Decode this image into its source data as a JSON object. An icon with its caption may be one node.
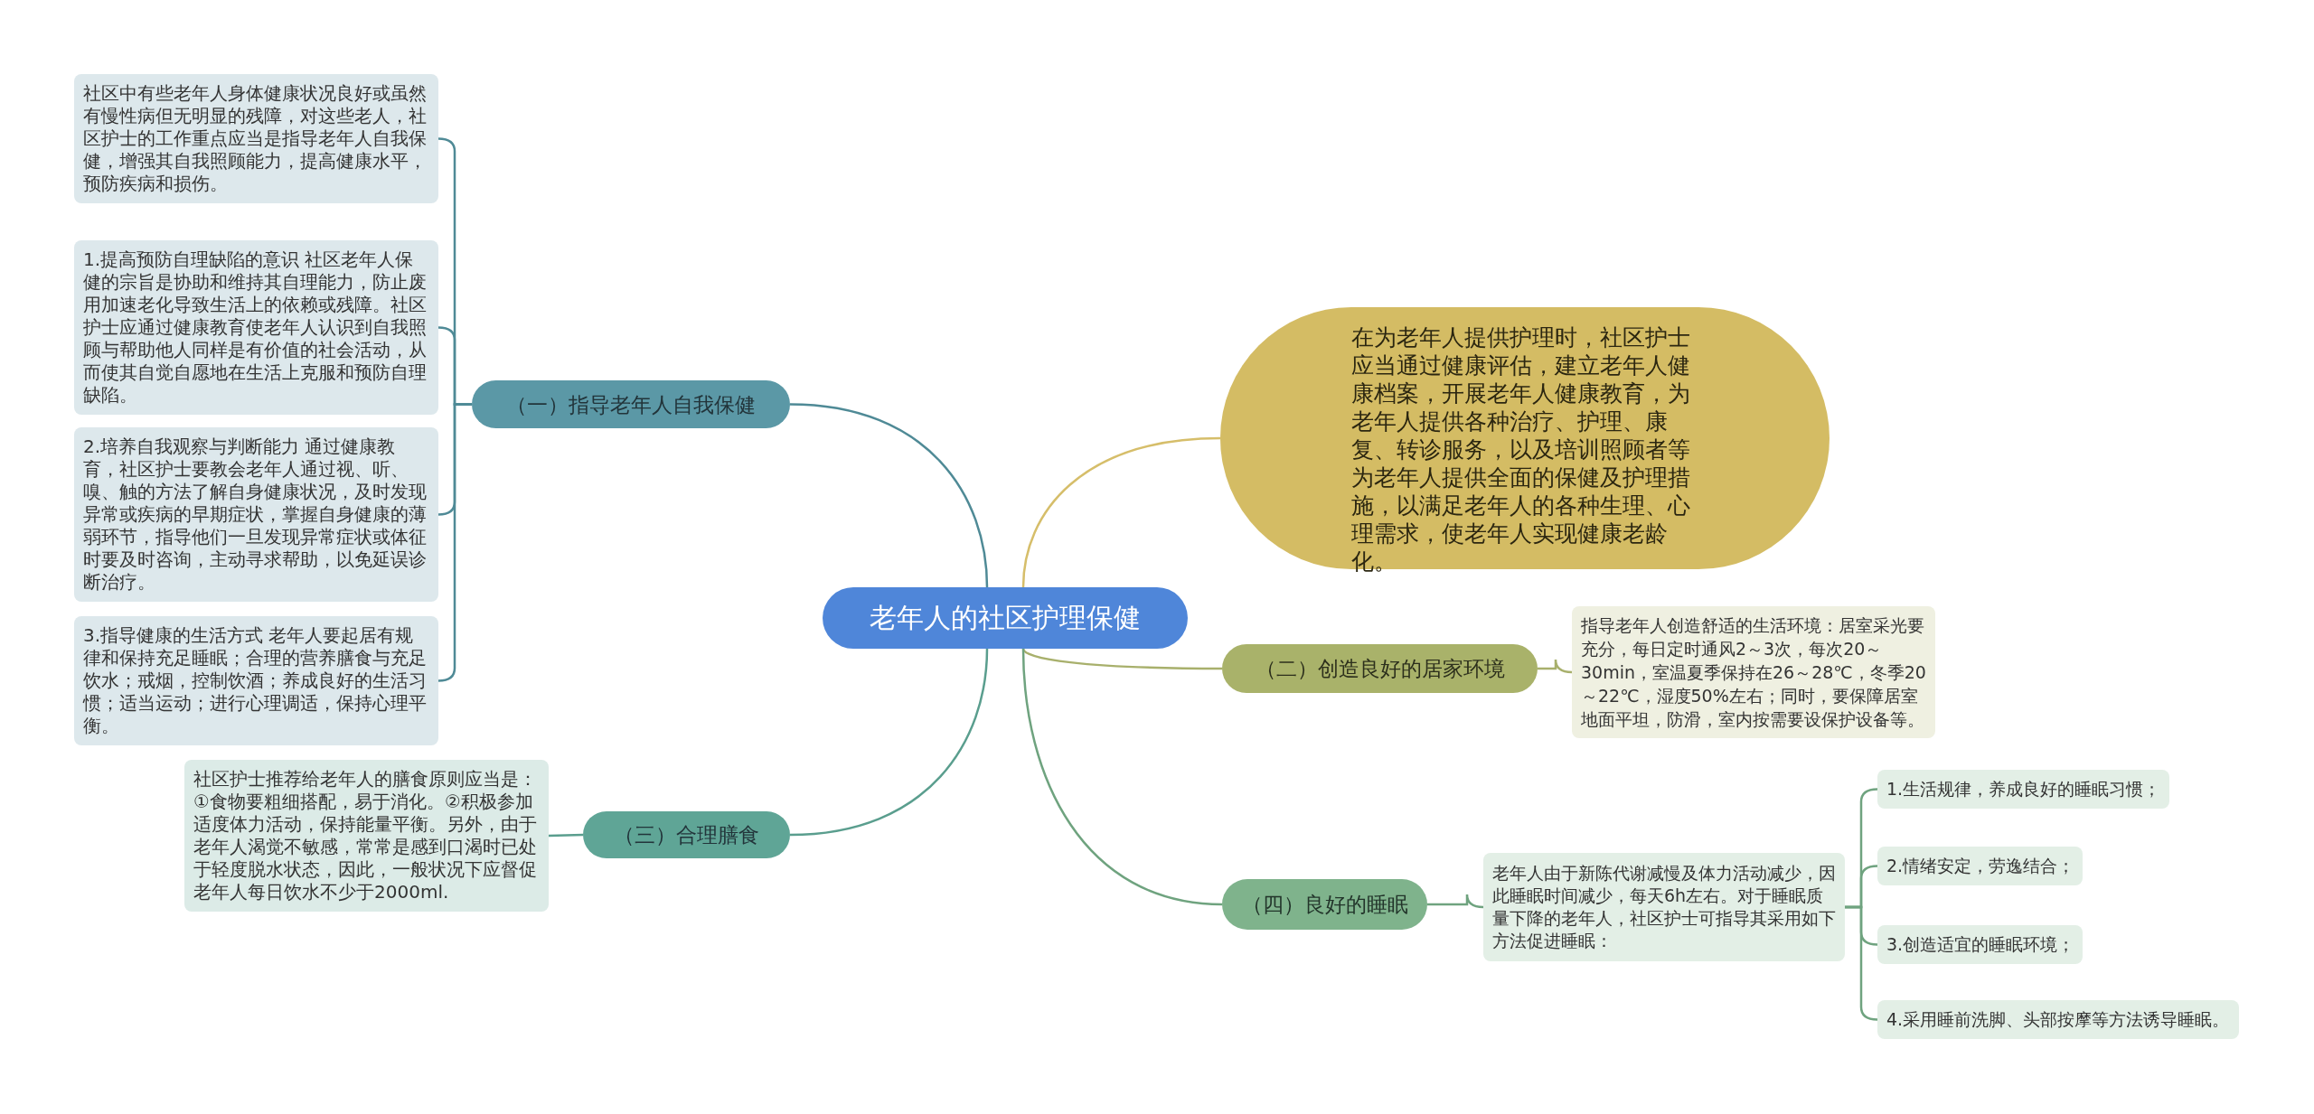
{
  "diagram": {
    "nodes": [
      {
        "text": [
          "老年人的社区护理保健"
        ]
      },
      {
        "text": [
          "（一）指导老年人自我保健"
        ]
      },
      {
        "text": [
          "社区中有些老年人身体健康状况良好或虽然有慢性病但无明显的残障，对这些老人，社区护士的工作重点应当是指导老年人自我保健，增强其自我照顾能力，提高健康水平，预防疾病和损伤。"
        ]
      },
      {
        "text": [
          "1.提高预防自理缺陷的意识 社区老年人保健的宗旨是协助和维持其自理能力，防止废用加速老化导致生活上的依赖或残障。社区护士应通过健康教育使老年人认识到自我照顾与帮助他人同样是有价值的社会活动，从而使其自觉自愿地在生活上克服和预防自理缺陷。"
        ]
      },
      {
        "text": [
          "2.培养自我观察与判断能力 通过健康教育，社区护士要教会老年人通过视、听、嗅、触的方法了解自身健康状况，及时发现异常或疾病的早期症状，掌握自身健康的薄弱环节，指导他们一旦发现异常症状或体征时要及时咨询，主动寻求帮助，以免延误诊断治疗。"
        ]
      },
      {
        "text": [
          "3.指导健康的生活方式 老年人要起居有规律和保持充足睡眠；合理的营养膳食与充足饮水；戒烟，控制饮酒；养成良好的生活习惯；适当运动；进行心理调适，保持心理平衡。"
        ]
      },
      {
        "text": [
          "（三）合理膳食"
        ]
      },
      {
        "text": [
          "社区护士推荐给老年人的膳食原则应当是：①食物要粗细搭配，易于消化。②积极参加适度体力活动，保持能量平衡。另外，由于老年人渴觉不敏感，常常是感到口渴时已处于轻度脱水状态，因此，一般状况下应督促老年人每日饮水不少于2000ml."
        ]
      },
      {
        "text": [
          "在为老年人提供护理时，社区护士应当通过健康评估，建立老年人健康档案，开展老年人健康教育，为老年人提供各种治疗、护理、康复、转诊服务，以及培训照顾者等为老年人提供全面的保健及护理措施，以满足老年人的各种生理、心理需求，使老年人实现健康老龄化。"
        ]
      },
      {
        "text": [
          "（二）创造良好的居家环境"
        ]
      },
      {
        "text": [
          "指导老年人创造舒适的生活环境：居室采光要充分，每日定时通风2～3次，每次20～30min，室温夏季保持在26～28℃，冬季20～22℃，湿度50%左右；同时，要保障居室地面平坦，防滑，室内按需要设保护设备等。"
        ]
      },
      {
        "text": [
          "（四）良好的睡眠"
        ]
      },
      {
        "text": [
          "老年人由于新陈代谢减慢及体力活动减少，因此睡眠时间减少，每天6h左右。对于睡眠质量下降的老年人，社区护士可指导其采用如下方法促进睡眠："
        ]
      },
      {
        "text": [
          "1.生活规律，养成良好的睡眠习惯；"
        ]
      },
      {
        "text": [
          "2.情绪安定，劳逸结合；"
        ]
      },
      {
        "text": [
          "3.创造适宜的睡眠环境；"
        ]
      },
      {
        "text": [
          "4.采用睡前洗脚、头部按摩等方法诱导睡眠。"
        ]
      }
    ],
    "edges": [
      {
        "from": 0,
        "to": 1,
        "arrow": "none",
        "color": "#4f8a96"
      },
      {
        "from": 1,
        "to": 2,
        "arrow": "none",
        "color": "#4f8a96"
      },
      {
        "from": 1,
        "to": 3,
        "arrow": "none",
        "color": "#4f8a96"
      },
      {
        "from": 1,
        "to": 4,
        "arrow": "none",
        "color": "#4f8a96"
      },
      {
        "from": 1,
        "to": 5,
        "arrow": "none",
        "color": "#4f8a96"
      },
      {
        "from": 0,
        "to": 6,
        "arrow": "none",
        "color": "#5a9e8e"
      },
      {
        "from": 6,
        "to": 7,
        "arrow": "none",
        "color": "#5a9e8e"
      },
      {
        "from": 0,
        "to": 8,
        "arrow": "none",
        "color": "#d6be6a"
      },
      {
        "from": 0,
        "to": 9,
        "arrow": "none",
        "color": "#a8b06c"
      },
      {
        "from": 9,
        "to": 10,
        "arrow": "none",
        "color": "#a8b06c"
      },
      {
        "from": 0,
        "to": 11,
        "arrow": "none",
        "color": "#6fa37f"
      },
      {
        "from": 11,
        "to": 12,
        "arrow": "none",
        "color": "#6fa37f"
      },
      {
        "from": 12,
        "to": 13,
        "arrow": "none",
        "color": "#6fa37f"
      },
      {
        "from": 12,
        "to": 14,
        "arrow": "none",
        "color": "#6fa37f"
      },
      {
        "from": 12,
        "to": 15,
        "arrow": "none",
        "color": "#6fa37f"
      },
      {
        "from": 12,
        "to": 16,
        "arrow": "none",
        "color": "#6fa37f"
      }
    ]
  }
}
